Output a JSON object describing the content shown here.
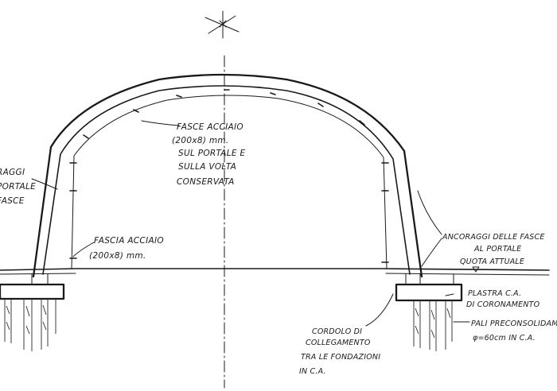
{
  "annotations": {
    "fasce_voltae": [
      "FASCE ACCIAIO",
      "(200x8) mm.",
      "SUL PORTALE E",
      "SULLA VOLTA",
      "CONSERVATA"
    ],
    "fascia_portale": [
      "FASCIA ACCIAIO",
      "(200x8) mm."
    ],
    "left_cut": [
      "RAGGI",
      "PORTALE",
      "FASCE"
    ],
    "ancoraggi": [
      "ANCORAGGI DELLE FASCE",
      "AL PORTALE"
    ],
    "quota": "QUOTA ATTUALE",
    "plastra": [
      "PLASTRA C.A.",
      "DI CORONAMENTO"
    ],
    "pali": [
      "PALI PRECONSOLIDAMENTO",
      "φ=60cm IN C.A."
    ],
    "cordolo": [
      "CORDOLO DI",
      "COLLEGAMENTO",
      "TRA LE FONDAZIONI",
      "IN C.A."
    ]
  },
  "colors": {
    "ink": "#1a1a1a",
    "paper": "#ffffff"
  }
}
